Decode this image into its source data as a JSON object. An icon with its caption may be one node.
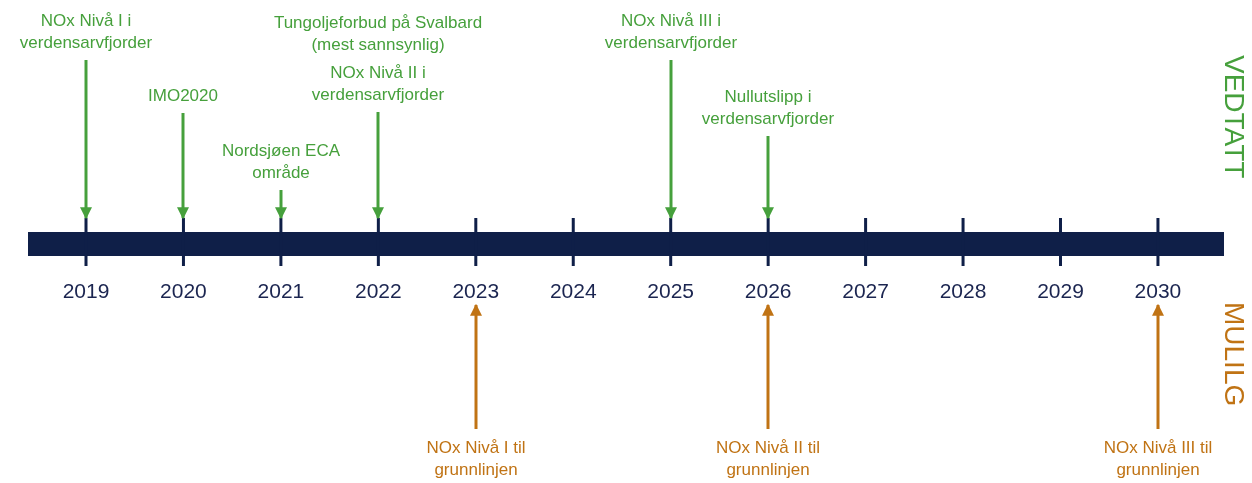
{
  "diagram": {
    "nodes": [
      {
        "text": [
          "NOx Nivå I i verdensarvfjorder"
        ]
      },
      {
        "text": [
          "IMO2020"
        ]
      },
      {
        "text": [
          "Nordsjøen ECA område"
        ]
      },
      {
        "text": [
          "NOx Nivå II i verdensarvfjorder"
        ]
      },
      {
        "text": [
          "NOx Nivå III i verdensarvfjorder"
        ]
      },
      {
        "text": [
          "Nullutslipp i verdensarvfjorder"
        ]
      },
      {
        "text": [],
        "shape": "bar"
      },
      {
        "text": [
          "NOx Nivå I til grunnlinjen"
        ]
      },
      {
        "text": [
          "NOx Nivå II til grunnlinjen"
        ]
      },
      {
        "text": [
          "NOx Nivå III til grunnlinjen"
        ]
      }
    ],
    "edges": [
      {
        "from": 0,
        "to": 6,
        "arrow": "to"
      },
      {
        "from": 1,
        "to": 6,
        "arrow": "to"
      },
      {
        "from": 2,
        "to": 6,
        "arrow": "to"
      },
      {
        "from": 3,
        "to": 6,
        "arrow": "to"
      },
      {
        "from": 4,
        "to": 6,
        "arrow": "to"
      },
      {
        "from": 5,
        "to": 6,
        "arrow": "to"
      },
      {
        "from": 7,
        "to": 6,
        "arrow": "to",
        "color": "#c07314"
      },
      {
        "from": 8,
        "to": 6,
        "arrow": "to",
        "color": "#c07314"
      },
      {
        "from": 9,
        "to": 6,
        "arrow": "to",
        "color": "#c07314"
      }
    ],
    "labels": [
      "Tungoljeforbud på Svalbard (mest sannsynlig)",
      "VEDTATT",
      "2019",
      "2020",
      "2021",
      "2022",
      "2023",
      "2024",
      "2025",
      "2026",
      "2027",
      "2028",
      "2029",
      "2030",
      "MULILG"
    ]
  }
}
